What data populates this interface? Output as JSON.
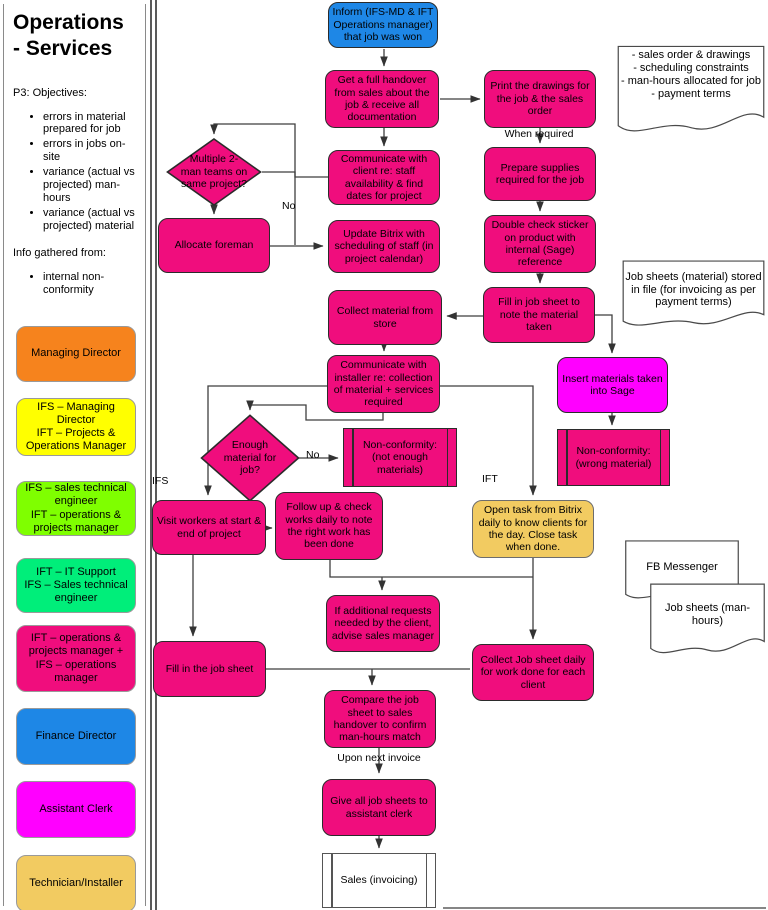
{
  "sidebar": {
    "title": "Operations\n- Services",
    "objectives_heading": "P3: Objectives:",
    "objectives": [
      "errors in material prepared for job",
      "errors in jobs on-site",
      "variance (actual vs projected) man-hours",
      "variance (actual vs projected) material"
    ],
    "info_heading": "Info gathered from:",
    "info_items": [
      "internal non-conformity"
    ],
    "legend": [
      {
        "label": "Managing Director",
        "color": "#F6831D"
      },
      {
        "label": "IFS – Managing Director\nIFT – Projects & Operations Manager",
        "color": "#FFFF00"
      },
      {
        "label": "IFS – sales technical engineer\nIFT – operations & projects manager",
        "color": "#7FFF00"
      },
      {
        "label": "IFT – IT Support\nIFS – Sales technical engineer",
        "color": "#00EE7A"
      },
      {
        "label": "IFT – operations & projects manager + IFS – operations manager",
        "color": "#F00D7D"
      },
      {
        "label": "Finance Director",
        "color": "#1E87E6"
      },
      {
        "label": "Assistant Clerk",
        "color": "#FF00FF"
      },
      {
        "label": "Technician/Installer",
        "color": "#F2CB61"
      }
    ]
  },
  "flow": {
    "inform": "Inform (IFS-MD & IFT Operations manager) that job was won",
    "handover": "Get a full handover from sales about the job & receive all documentation",
    "comm_client": "Communicate with client re: staff availability & find dates for project",
    "diamond_teams": "Multiple 2-man teams on same project?",
    "allocate_foreman": "Allocate foreman",
    "update_bitrix": "Update Bitrix with scheduling of staff (in project calendar)",
    "print_drawings": "Print the drawings for the job & the sales order",
    "prepare_supplies": "Prepare supplies required for the job",
    "double_check": "Double check sticker on product with internal (Sage) reference",
    "fill_material": "Fill in job sheet to note the material taken",
    "collect_material": "Collect material from store",
    "comm_installer": "Communicate with installer re: collection of material + services required",
    "insert_sage": "Insert materials taken into Sage",
    "nc_wrong": "Non-conformity: (wrong material)",
    "diamond_enough": "Enough material for job?",
    "nc_notenough": "Non-conformity: (not enough materials)",
    "visit_workers": "Visit workers at start & end of project",
    "follow_up": "Follow up & check works daily to note the right work has been done",
    "open_task": "Open task from Bitrix daily to know clients for the day. Close task when done.",
    "if_additional": "If additional requests needed by the client, advise sales manager",
    "fill_jobsheet": "Fill in the job sheet",
    "collect_jobsheet": "Collect Job sheet daily for work done for each client",
    "compare": "Compare the job sheet to sales handover to confirm man-hours match",
    "give_sheets": "Give all job sheets to assistant clerk",
    "sales_invoicing": "Sales (invoicing)"
  },
  "edge_labels": {
    "when_required": "When required",
    "no_teams": "No",
    "no_material": "No",
    "ifs": "IFS",
    "ift": "IFT",
    "upon_next_invoice": "Upon next invoice"
  },
  "documents": {
    "handover_notes": "- sales order & drawings\n- scheduling constraints\n- man-hours allocated for job\n- payment terms",
    "job_sheets_material": "Job sheets (material) stored in file (for invoicing as per payment terms)",
    "fb_messenger": "FB Messenger",
    "job_sheets_man_hours": "Job sheets (man-hours)"
  },
  "colors": {
    "process_pink": "#F00D7D",
    "inform_blue": "#1E87E6",
    "sage_magenta": "#FF00FF",
    "task_gold": "#F2CB61",
    "legend_orange": "#F6831D",
    "legend_yellow": "#FFFF00",
    "legend_chartreuse": "#7FFF00",
    "legend_green": "#00EE7A",
    "connector_gray": "#3f3f3f"
  }
}
